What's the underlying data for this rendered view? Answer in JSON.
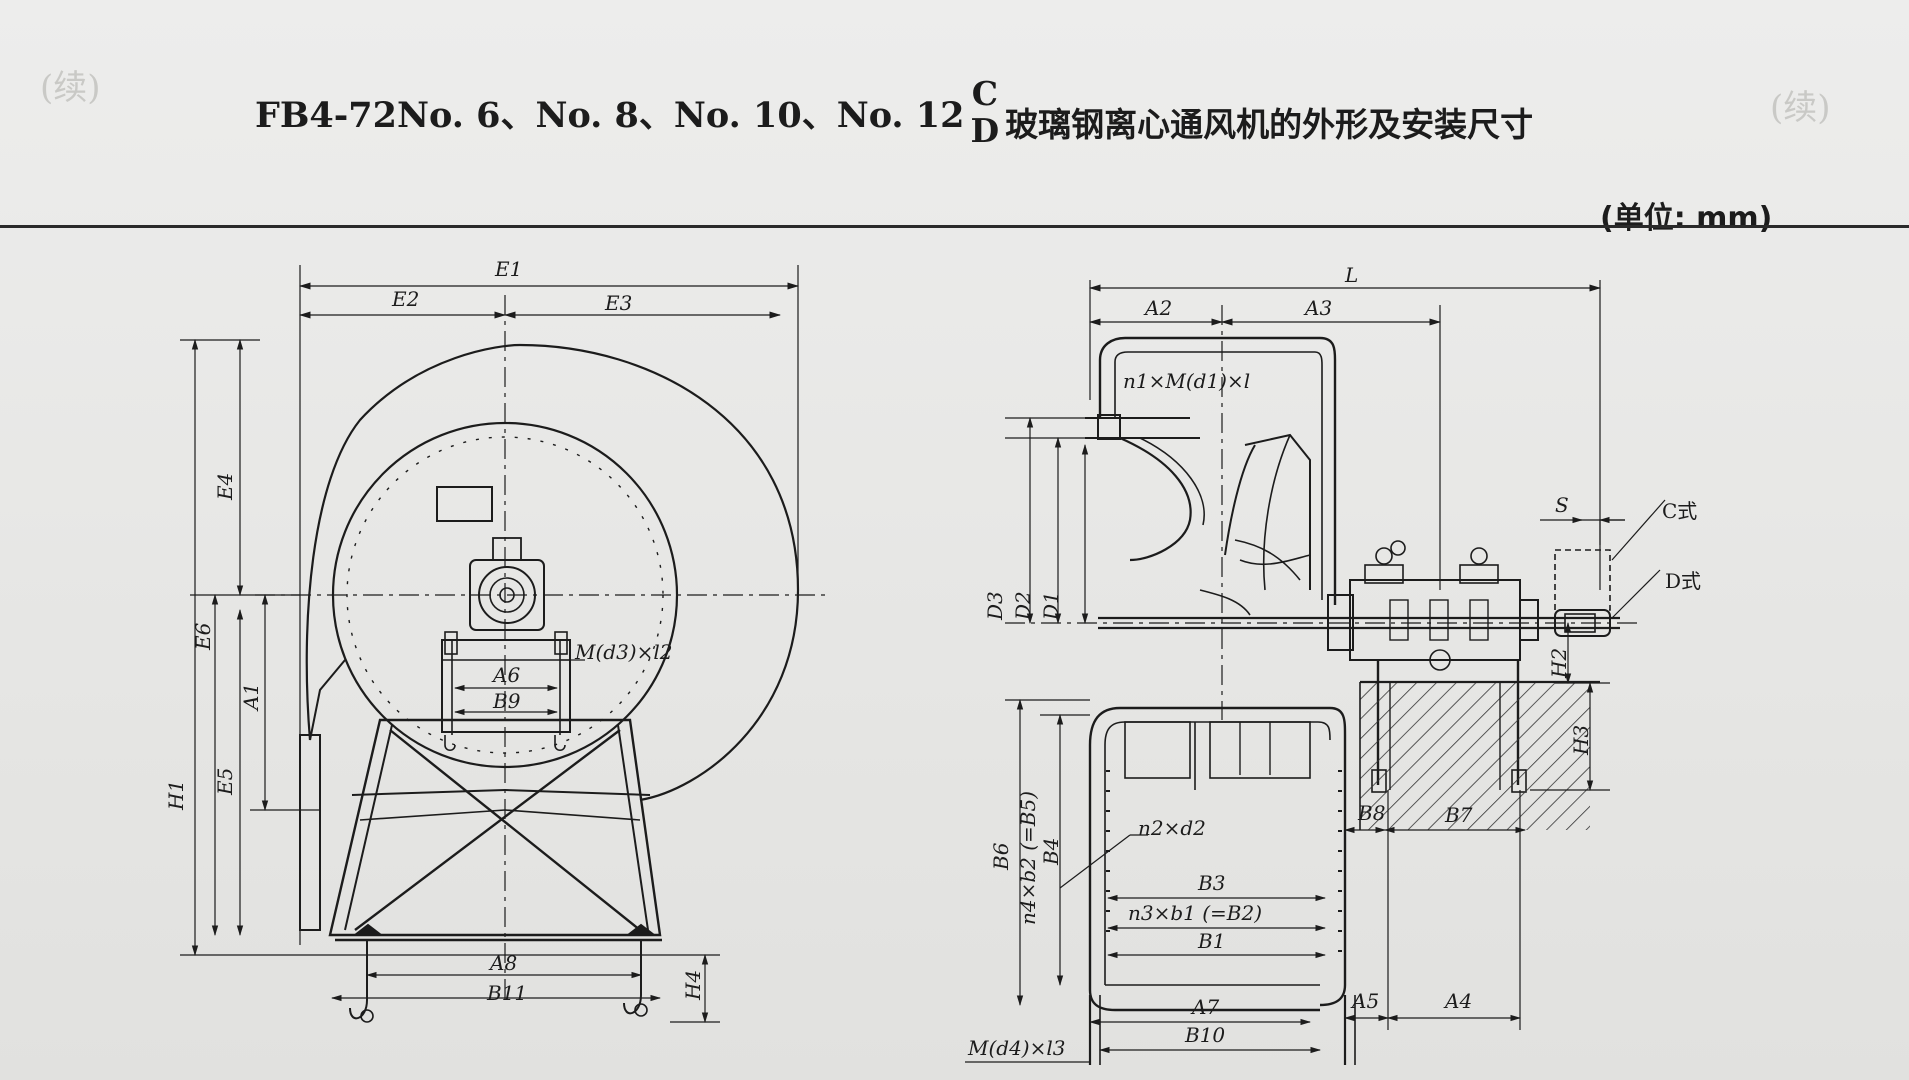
{
  "header": {
    "ghost_left": "(续)",
    "ghost_right": "(续)",
    "title_model": "FB4-72No. 6、No. 8、No. 10、No. 12",
    "title_variant_top": "C",
    "title_variant_bottom": "D",
    "title_cn": "玻璃钢离心通风机的外形及安装尺寸",
    "unit_label": "(单位: mm)"
  },
  "left_view_labels": {
    "E1": "E1",
    "E2": "E2",
    "E3": "E3",
    "E4": "E4",
    "E5": "E5",
    "E6": "E6",
    "A1": "A1",
    "A6": "A6",
    "A8": "A8",
    "B9": "B9",
    "B11": "B11",
    "H1": "H1",
    "H4": "H4",
    "bolt": "M(d3)×l2"
  },
  "right_view_labels": {
    "L": "L",
    "A2": "A2",
    "A3": "A3",
    "A4": "A4",
    "A5": "A5",
    "A7": "A7",
    "B1": "B1",
    "B3": "B3",
    "B4": "B4",
    "B6": "B6",
    "B7": "B7",
    "B8": "B8",
    "B10": "B10",
    "D1": "D1",
    "D2": "D2",
    "D3": "D3",
    "H2": "H2",
    "H3": "H3",
    "S": "S",
    "flange_bolt": "n1×M(d1)×l",
    "holes_d2": "n2×d2",
    "holes_b1": "n3×b1 (=B2)",
    "holes_b2": "n4×b2 (=B5)",
    "foot_bolt": "M(d4)×l3",
    "c_type": "C式",
    "d_type": "D式"
  }
}
